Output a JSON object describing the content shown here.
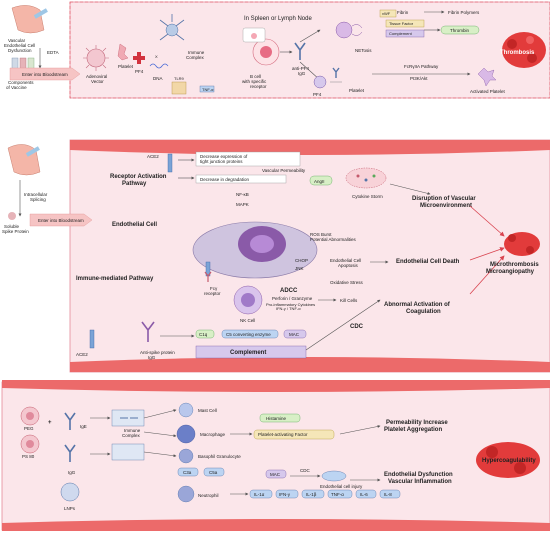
{
  "panel1": {
    "vascular_dysfunction": "Vascular Endothelial Cell Dysfunction",
    "edta": "EDTA",
    "components_vaccine": "Components of Vaccine",
    "enter_bloodstream": "Enter into Bloodstream",
    "adenoviral_vector": "Adenoviral Vector",
    "platelet": "Platelet",
    "pf4": "PF4",
    "dna": "DNA",
    "immune_complex": "Immune Complex",
    "in_spleen": "In Spleen or Lymph Node",
    "b_cell": "B cell with specific receptor",
    "anti_pf4": "anti-PF4 IgG",
    "netosis": "NETosis",
    "fibrin": "Fibrin",
    "fibrin_polymers": "Fibrin Polymers",
    "tissue_factor": "Tissue Factor",
    "complement": "Complement",
    "thrombin": "Thrombin",
    "thrombosis": "Thrombosis",
    "pf4_2": "PF4",
    "platelet_2": "Platelet",
    "fcr_pathway": "FcRγIIA Pathway",
    "pi3k": "PI3K/Akt",
    "activated_platelet": "Activated Platelet",
    "tlr9": "TLR9",
    "tnfa": "TNF-α"
  },
  "panel2": {
    "intracellular_splicing": "Intracellular Splicing",
    "soluble_spike": "Soluble Spike Protein",
    "enter_bloodstream": "Enter into Bloodstream",
    "ace2_top": "ACE2",
    "receptor_pathway": "Receptor Activation Pathway",
    "decrease_tight": "Decrease expression of tight junction proteins",
    "decrease_degradation": "Decrease in degradation",
    "vascular_perm": "Vascular Permeability",
    "ang2": "AngII",
    "cytokine_storm": "Cytokine Storm",
    "nfkb": "NF-κB",
    "mapk": "MAPK",
    "disruption": "Disruption of Vascular Microenvironment",
    "endothelial_cell": "Endothelial Cell",
    "ros": "ROS Burst Potential Abnormalities",
    "chop": "CHOP",
    "jnk": "JNK",
    "ec_apoptosis": "Endothelial Cell Apoptosis",
    "ec_death": "Endothelial Cell Death",
    "oxidative": "Oxidative Stress",
    "microthrombosis": "Microthrombosis Microangiopathy",
    "immune_pathway": "Immune-mediated Pathway",
    "fcy": "Fcγ receptor",
    "adcc": "ADCC",
    "perforin": "Perforin / Granzyme",
    "proinflam": "Pro-inflammatory Cytokines IFN-γ / TNF-α",
    "kill_cells": "Kill Cells",
    "nk_cell": "NK Cell",
    "abnormal_coag": "Abnormal Activation of Coagulation",
    "ace2_bottom": "ACE2",
    "anti_spike": "Anti-spike protein IgG",
    "c1q": "C1q",
    "c5_enzyme": "C5 converting enzyme",
    "mac": "MAC",
    "cdc": "CDC",
    "complement": "Complement"
  },
  "panel3": {
    "peg": "PEG",
    "ige": "IgE",
    "ps80": "PS 80",
    "immune_complex": "Immune Complex",
    "igg": "IgG",
    "lnps": "LNPs",
    "mast_cell": "Mast Cell",
    "macrophage": "Macrophage",
    "basophil": "Basophil Granulocyte",
    "histamine": "Histamine",
    "paf": "Platelet-activating Factor",
    "perm_increase": "Permeability Increase Platelet Aggregation",
    "hypercoag": "Hypercoagulability",
    "c3a": "C3a",
    "c5a": "C5a",
    "mac": "MAC",
    "cdc": "CDC",
    "ec_injury": "Endothelial cell injury",
    "ed_inflammation": "Endothelial Dysfunction Vascular Inflammation",
    "neutrophil": "Neutrophil",
    "cytokines": [
      "IL-1α",
      "IFN-γ",
      "IL-1β",
      "TNF-α",
      "IL-6",
      "IL-8"
    ]
  },
  "colors": {
    "panel_bg": "#fbe6ea",
    "panel_border": "#e58a98",
    "vessel_red": "#e64a4a",
    "arrow": "#555555",
    "green_box": "#d8efc6",
    "yellow_box": "#f5e6b8",
    "purple_box": "#d6c8ec"
  }
}
